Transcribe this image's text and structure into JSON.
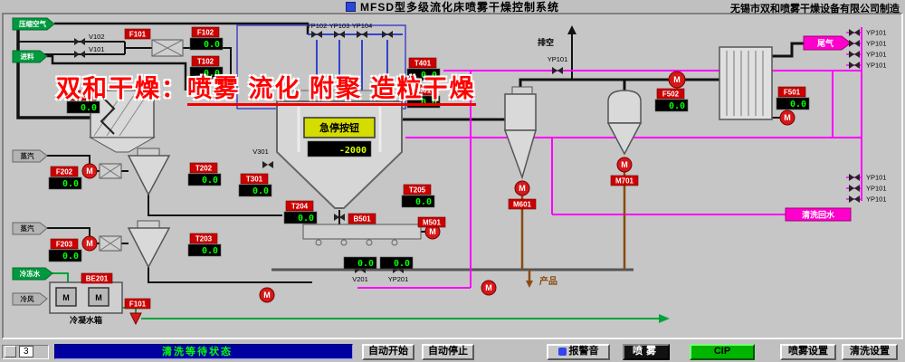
{
  "header": {
    "title": "MFSD型多级流化床喷雾干燥控制系统",
    "company": "无锡市双和喷雾干燥设备有限公司制造"
  },
  "watermark": {
    "prefix": "双和干燥：",
    "suffix": "喷雾 流化 附聚 造粒干燥"
  },
  "mimic": {
    "feeds": {
      "compressed_air": "压缩空气",
      "feed": "进料",
      "steam1": "蒸汽",
      "steam2": "蒸汽",
      "chilled_water": "冷冻水",
      "cold_air": "冷风"
    },
    "tags": {
      "f101": "F101",
      "f102": "F102",
      "v101": "V101",
      "v102": "V102",
      "t102": "T102",
      "t201": "T201",
      "t202": "T202",
      "t203": "T203",
      "t204": "T204",
      "t205": "T205",
      "t301": "T301",
      "v301": "V301",
      "t401": "T401",
      "f401": "F401",
      "f202": "F202",
      "f203": "F203",
      "f501": "F501",
      "f502": "F502",
      "m501": "M501",
      "b501": "B501",
      "m601": "M601",
      "m701": "M701",
      "be201": "BE201",
      "v201": "V201",
      "yp101": "YP101",
      "yp102": "YP102",
      "yp103": "YP103",
      "yp104": "YP104",
      "yp201": "YP201"
    },
    "values": {
      "zero": "0.0",
      "tower_pressure": "-2000"
    },
    "labels": {
      "estop": "急停按钮",
      "vent": "排空",
      "tail_gas": "尾气",
      "product": "产品",
      "condensate_tank": "冷凝水箱",
      "cip_return": "清洗回水",
      "motor": "M"
    }
  },
  "bottombar": {
    "counter": "3",
    "status": "清洗等待状态",
    "buttons": {
      "auto_start": "自动开始",
      "auto_stop": "自动停止",
      "alarm_sound": "报警音",
      "spray": "喷雾",
      "cip": "CIP",
      "spray_settings": "喷雾设置",
      "clean_settings": "清洗设置"
    }
  },
  "colors": {
    "background": "#c0c0c0",
    "cip_line": "#ff00ff",
    "water_line": "#00a33a",
    "process_line": "#3344cc",
    "led_green": "#00ff00",
    "led_yellow": "#d8ff00",
    "tag_red": "#cc0000",
    "status_blue": "#0000a0",
    "cip_button_green": "#00b400",
    "estop_yellow": "#d4dc00"
  }
}
